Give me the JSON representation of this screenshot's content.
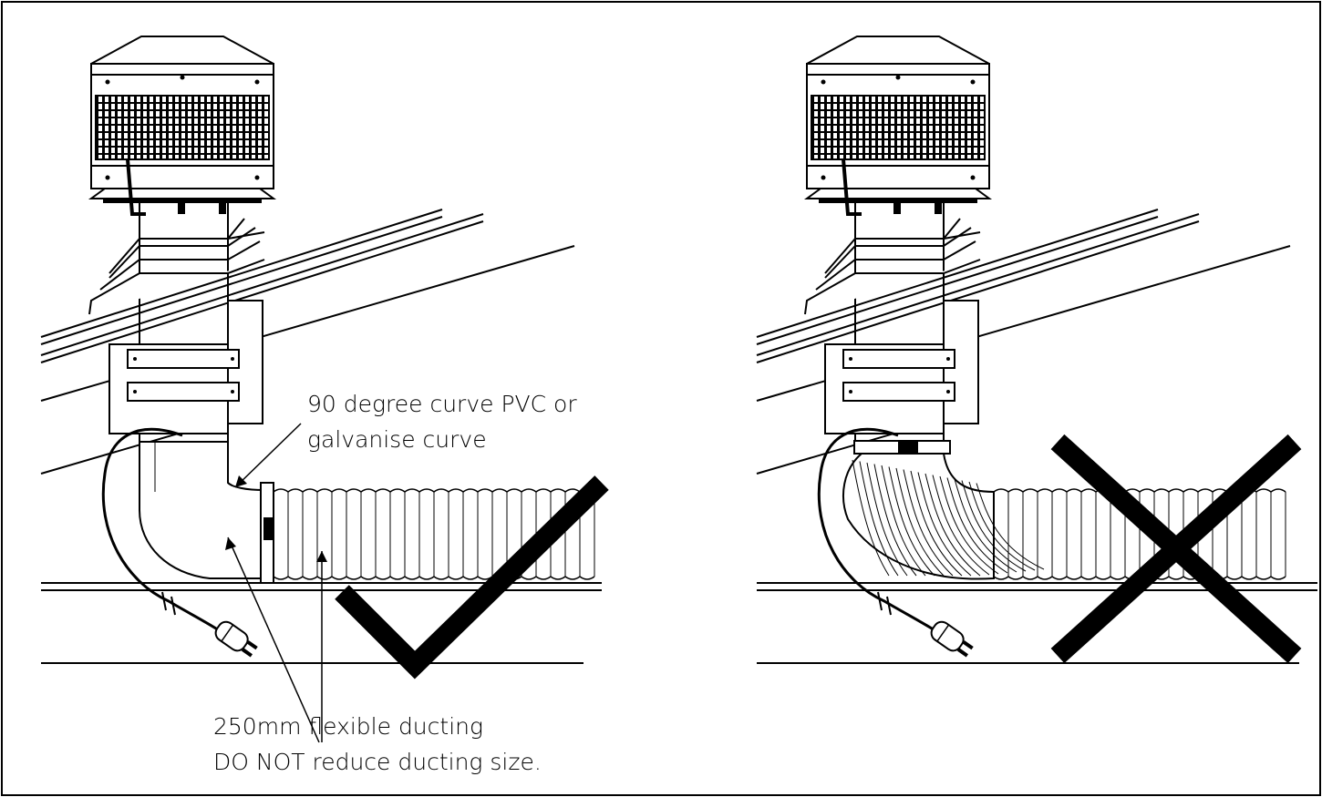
{
  "labels": {
    "curve_line1": "90 degree curve PVC or",
    "curve_line2": "galvanise curve",
    "ducting_line1": "250mm flexible ducting",
    "ducting_bold": "DO NOT",
    "ducting_rest": " reduce ducting size."
  },
  "panels": [
    {
      "id": "correct",
      "mark": "check"
    },
    {
      "id": "incorrect",
      "mark": "cross"
    }
  ],
  "icons": {
    "correct": "check-mark-icon",
    "incorrect": "x-mark-icon"
  },
  "colors": {
    "line": "#000000",
    "background": "#ffffff"
  }
}
